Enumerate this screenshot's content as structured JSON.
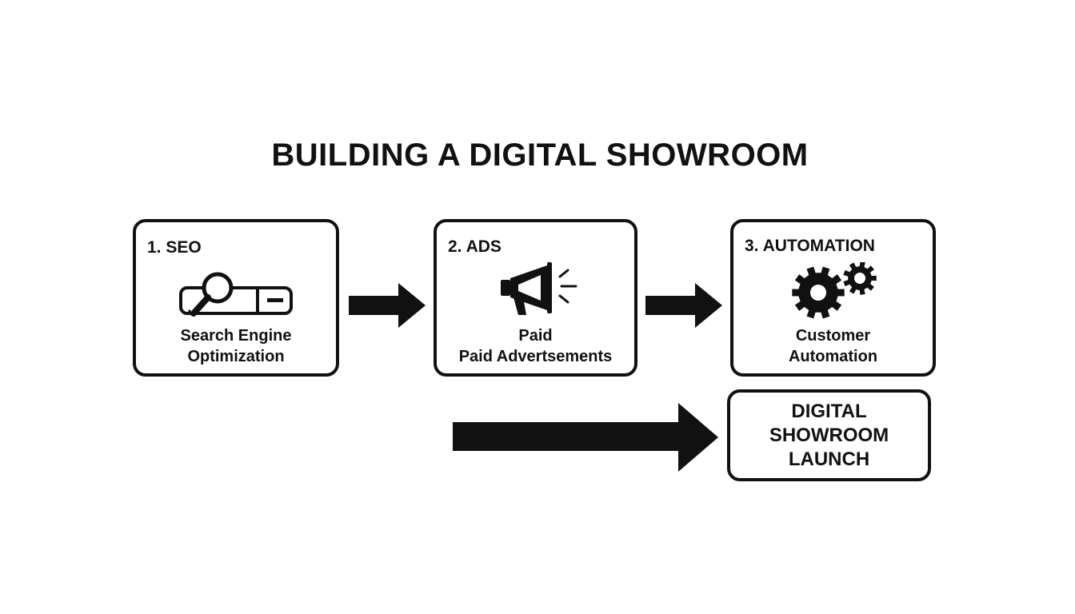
{
  "title": "BUILDING A DIGITAL SHOWROOM",
  "steps": [
    {
      "label": "1. SEO",
      "icon": "search-bar-icon",
      "desc_lines": [
        "Search Engine",
        "Optimization"
      ]
    },
    {
      "label": "2. ADS",
      "icon": "megaphone-icon",
      "desc_lines": [
        "Paid",
        "Paid Advertsements"
      ]
    },
    {
      "label": "3. AUTOMATION",
      "icon": "gears-icon",
      "desc_lines": [
        "Customer",
        "Automation"
      ]
    }
  ],
  "launch": {
    "lines": [
      "DIGITAL",
      "SHOWROOM",
      "LAUNCH"
    ]
  },
  "colors": {
    "ink": "#111111",
    "background": "#ffffff"
  }
}
